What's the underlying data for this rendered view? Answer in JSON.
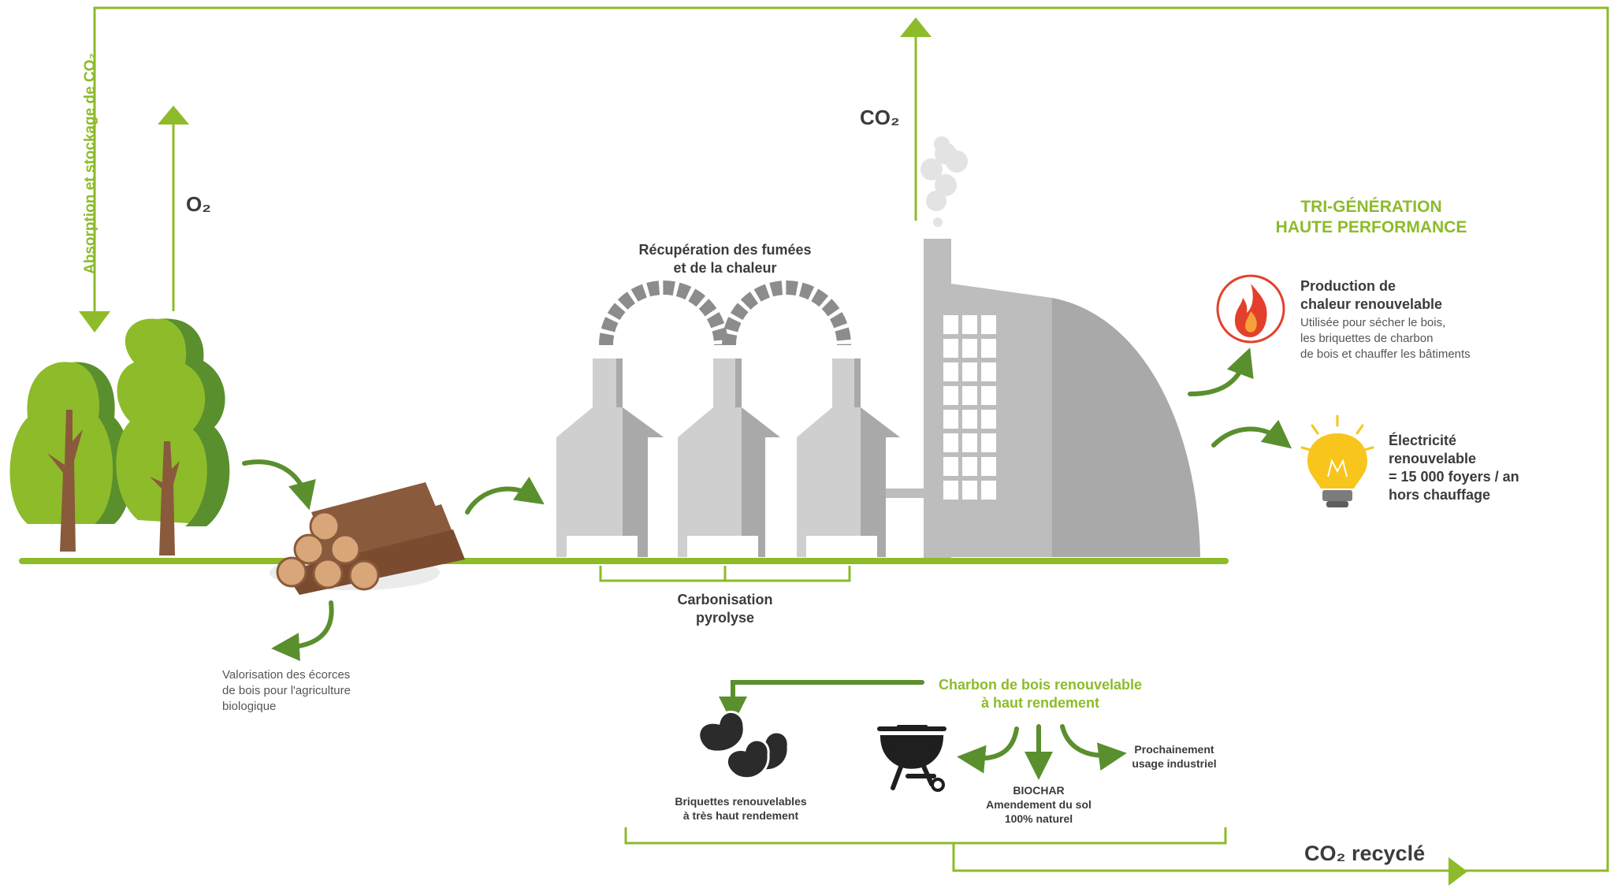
{
  "colors": {
    "accent_green": "#8dbb2a",
    "dark_green": "#5a8f2e",
    "gray_light": "#cfcfcf",
    "gray_dark": "#a9a9a9",
    "text": "#3b3b3b",
    "flame": "#e3402b",
    "bulb": "#f7c51c"
  },
  "labels": {
    "absorption": "Absorption et stockage de CO₂",
    "o2": "O₂",
    "co2": "CO₂",
    "recuperation": [
      "Récupération des fumées",
      "et de la chaleur"
    ],
    "carbonisation": [
      "Carbonisation",
      "pyrolyse"
    ],
    "trigeneration": [
      "TRI-GÉNÉRATION",
      "HAUTE PERFORMANCE"
    ],
    "chaleur_title": [
      "Production de",
      "chaleur renouvelable"
    ],
    "chaleur_desc": [
      "Utilisée pour sécher le bois,",
      "les briquettes de charbon",
      "de bois et chauffer les bâtiments"
    ],
    "electricite": [
      "Électricité",
      "renouvelable",
      "= 15 000 foyers / an",
      "hors chauffage"
    ],
    "valorisation": [
      "Valorisation des écorces",
      "de bois pour l'agriculture",
      "biologique"
    ],
    "charbon": [
      "Charbon de bois renouvelable",
      "à haut rendement"
    ],
    "briquettes": [
      "Briquettes renouvelables",
      "à très haut rendement"
    ],
    "biochar": [
      "BIOCHAR",
      "Amendement du sol",
      "100% naturel"
    ],
    "prochainement": [
      "Prochainement",
      "usage industriel"
    ],
    "co2_recycle": "CO₂ recyclé"
  },
  "icons": [
    "tree-icon",
    "log-pile-icon",
    "smoke-icon",
    "flame-icon",
    "light-bulb-icon",
    "barbecue-grill-icon",
    "briquettes-icon",
    "furnace-icon",
    "factory-icon"
  ]
}
